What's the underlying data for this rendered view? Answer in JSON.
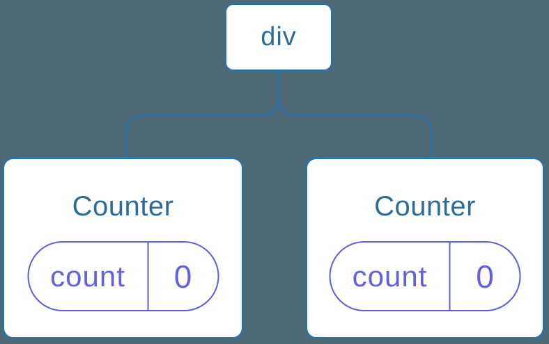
{
  "tree": {
    "root": {
      "label": "div"
    },
    "children": [
      {
        "title": "Counter",
        "state": {
          "key": "count",
          "value": "0"
        }
      },
      {
        "title": "Counter",
        "state": {
          "key": "count",
          "value": "0"
        }
      }
    ]
  },
  "colors": {
    "background": "#4d6973",
    "node_fill": "#ffffff",
    "node_stroke": "#2f719f",
    "node_text": "#2b6d98",
    "connector": "#2f719f",
    "state_pill_stroke": "#5e5edb",
    "state_pill_text": "#6262e0"
  }
}
